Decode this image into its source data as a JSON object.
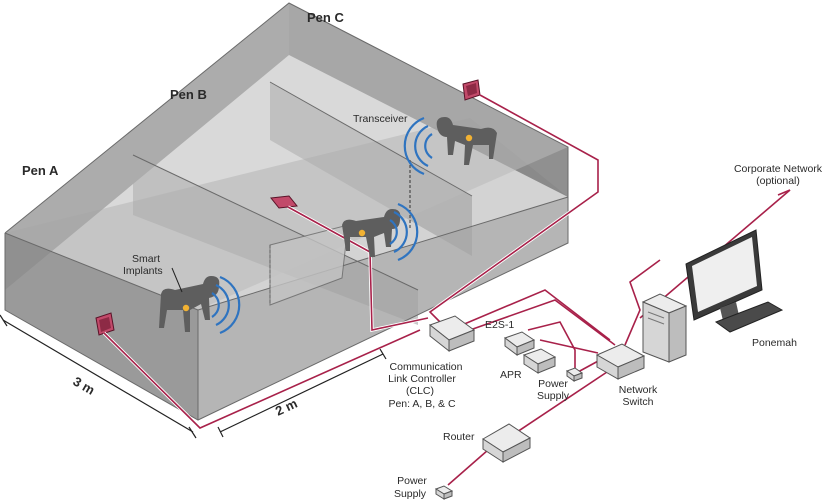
{
  "pens": {
    "a": "Pen A",
    "b": "Pen B",
    "c": "Pen C"
  },
  "labels": {
    "transceiver": "Transceiver",
    "smart_implants_1": "Smart",
    "smart_implants_2": "Implants",
    "corporate_network_1": "Corporate Network",
    "corporate_network_2": "(optional)",
    "ponemah": "Ponemah",
    "e2s1": "E2S-1",
    "apr": "APR",
    "power_supply_1a": "Power",
    "power_supply_1b": "Supply",
    "network_switch_1": "Network",
    "network_switch_2": "Switch",
    "clc_1": "Communication",
    "clc_2": "Link Controller",
    "clc_3": "(CLC)",
    "clc_4": "Pen: A, B, & C",
    "router": "Router",
    "power_supply_2a": "Power",
    "power_supply_2b": "Supply"
  },
  "dimensions": {
    "length": "3 m",
    "width": "2 m"
  },
  "colors": {
    "cable": "#a8214a",
    "wall": "#9e9e9e",
    "floor": "#d3d3d3",
    "signal_waves": "#2f74c0",
    "dog": "#5e5e5e",
    "implant": "#f2b233"
  }
}
